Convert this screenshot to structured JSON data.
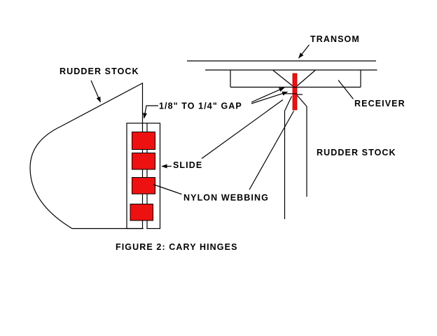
{
  "figure": {
    "caption": "FIGURE 2: CARY HINGES"
  },
  "colors": {
    "line": "#000000",
    "webbing": "#ee1111",
    "background": "#ffffff"
  },
  "left_view": {
    "labels": {
      "rudder_stock": "RUDDER STOCK",
      "gap": "1/8\" TO 1/4\" GAP",
      "slide": "SLIDE",
      "nylon_webbing": "NYLON WEBBING"
    },
    "webbing_strap_count": 4
  },
  "right_view": {
    "labels": {
      "transom": "TRANSOM",
      "receiver": "RECEIVER",
      "rudder_stock": "RUDDER STOCK"
    }
  }
}
